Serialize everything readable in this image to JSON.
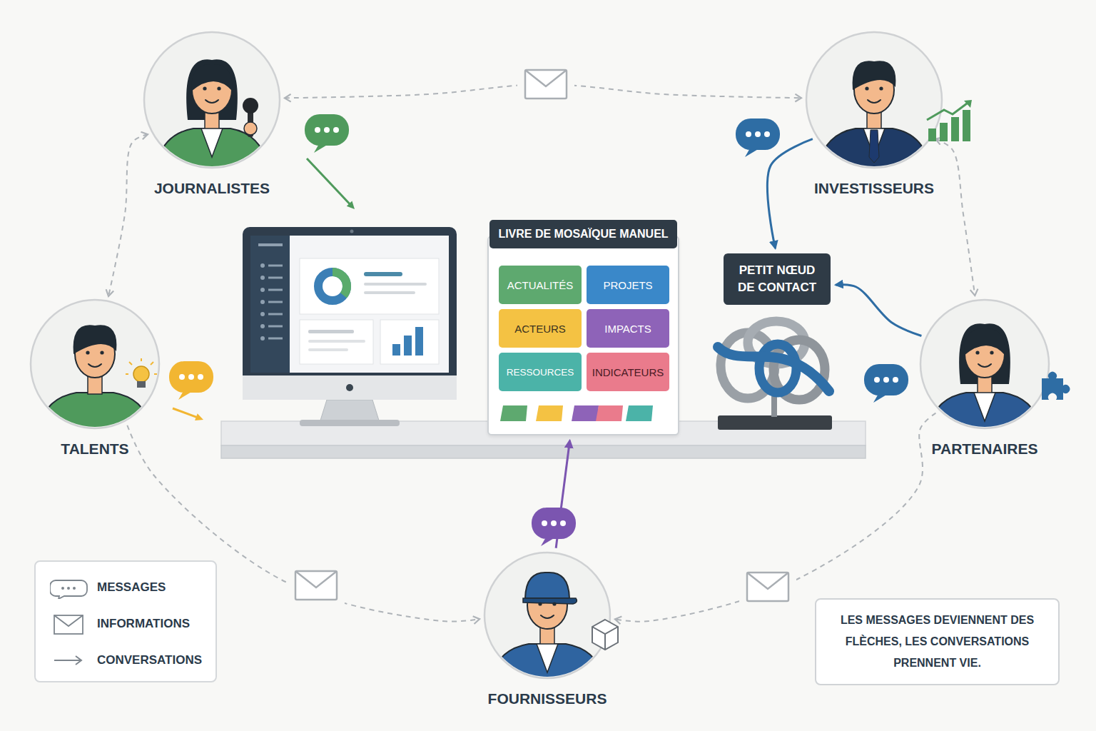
{
  "diagram": {
    "caption": "LES MESSAGES DEVIENNENT DES FLÈCHES, LES CONVERSATIONS PRENNENT VIE.",
    "nodes": [
      {
        "text": [
          "JOURNALISTES"
        ]
      },
      {
        "text": [
          "INVESTISSEURS"
        ]
      },
      {
        "text": [
          "TALENTS"
        ]
      },
      {
        "text": [
          "PARTENAIRES"
        ]
      },
      {
        "text": [
          "FOURNISSEURS"
        ]
      },
      {
        "text": [
          "LIVRE DE MOSAÏQUE MANUEL"
        ]
      },
      {
        "text": [
          "ACTUALITÉS"
        ],
        "in": 5
      },
      {
        "text": [
          "PROJETS"
        ],
        "in": 5
      },
      {
        "text": [
          "ACTEURS"
        ],
        "in": 5
      },
      {
        "text": [
          "IMPACTS"
        ],
        "in": 5
      },
      {
        "text": [
          "RESSOURCES"
        ],
        "in": 5
      },
      {
        "text": [
          "INDICATEURS"
        ],
        "in": 5
      },
      {
        "text": [
          "PETIT NŒUD DE CONTACT"
        ]
      }
    ],
    "edges": [
      {
        "from": 0,
        "to": 1,
        "arrow": "both"
      },
      {
        "from": 0,
        "to": 2,
        "arrow": "both"
      },
      {
        "from": 1,
        "to": 3,
        "arrow": "both"
      },
      {
        "from": 2,
        "to": 4,
        "arrow": "to"
      },
      {
        "from": 3,
        "to": 4,
        "arrow": "to"
      },
      {
        "from": 4,
        "to": 5,
        "arrow": "to"
      },
      {
        "from": 1,
        "to": 12,
        "arrow": "to"
      },
      {
        "from": 3,
        "to": 12,
        "arrow": "to"
      }
    ],
    "legend": [
      {
        "text": "MESSAGES"
      },
      {
        "text": "INFORMATIONS"
      },
      {
        "text": "CONVERSATIONS"
      }
    ]
  }
}
